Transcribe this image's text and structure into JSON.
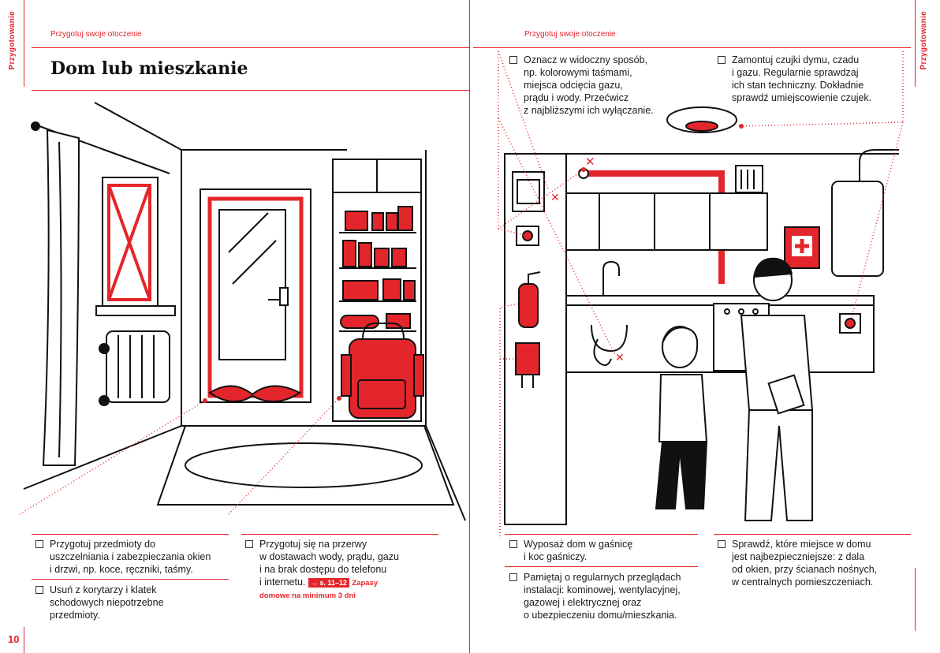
{
  "left_page": {
    "side_tab": "Przygotowanie",
    "section_label": "Przygotuj swoje otoczenie",
    "title": "Dom lub mieszkanie",
    "page_number": "10",
    "items": [
      {
        "text": "Przygotuj przedmioty do\nuszczelniania i zabezpieczania okien\ni drzwi, np. koce, ręczniki, taśmy."
      },
      {
        "text": "Usuń z korytarzy i klatek\nschodowych niepotrzebne\nprzedmioty."
      },
      {
        "text": "Przygotuj się na przerwy\nw dostawach wody, prądu, gazu\ni na brak dostępu do telefonu\ni internetu.",
        "ref_badge": "→ s. 11–12",
        "ref_note_1": "Zapasy",
        "ref_note_2": "domowe na minimum 3 dni"
      }
    ]
  },
  "right_page": {
    "side_tab": "Przygotowanie",
    "section_label": "Przygotuj swoje otoczenie",
    "items": [
      {
        "text": "Oznacz w widoczny sposób,\nnp. kolorowymi taśmami,\nmiejsca odcięcia gazu,\nprądu i wody. Przećwicz\nz najbliższymi ich wyłączanie."
      },
      {
        "text": "Zamontuj czujki dymu, czadu\ni gazu. Regularnie sprawdzaj\nich stan techniczny. Dokładnie\nsprawdź umiejscowienie czujek."
      },
      {
        "text": "Wyposaż dom w gaśnicę\ni koc gaśniczy."
      },
      {
        "text": "Pamiętaj o regularnych przeglądach\ninstalacji: kominowej, wentylacyjnej,\ngazowej i elektrycznej oraz\no ubezpieczeniu domu/mieszkania."
      },
      {
        "text": "Sprawdź, które miejsce w domu\njest najbezpieczniejsze: z dala\nod okien, przy ścianach nośnych,\nw centralnych pomieszczeniach."
      }
    ]
  },
  "colors": {
    "accent": "#e3262b",
    "ink": "#111111"
  },
  "illustrations": [
    {
      "name": "hallway-illustration-icon"
    },
    {
      "name": "kitchen-illustration-icon"
    }
  ]
}
